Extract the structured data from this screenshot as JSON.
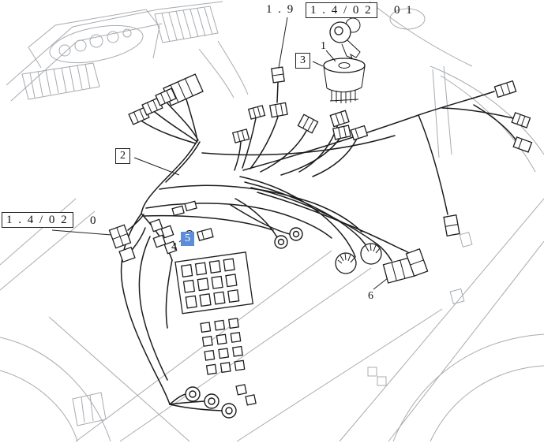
{
  "refs": {
    "ref_19": "1 . 9",
    "ref_1402_top": "1 . 4 / 0 2",
    "ref_1402_top_suffix": "0 1",
    "ref_1402_left": "1 . 4 / 0 2",
    "ref_1402_left_suffix": "0"
  },
  "callouts": {
    "c1": "1",
    "c2": "2",
    "c3": "3",
    "c4": "4",
    "c5": "5",
    "c6": "6"
  },
  "colors": {
    "highlight_blue": "#5b8dd9",
    "line_dark": "#1c1c1c",
    "line_faint": "#a7abb0",
    "background": "#ffffff"
  }
}
